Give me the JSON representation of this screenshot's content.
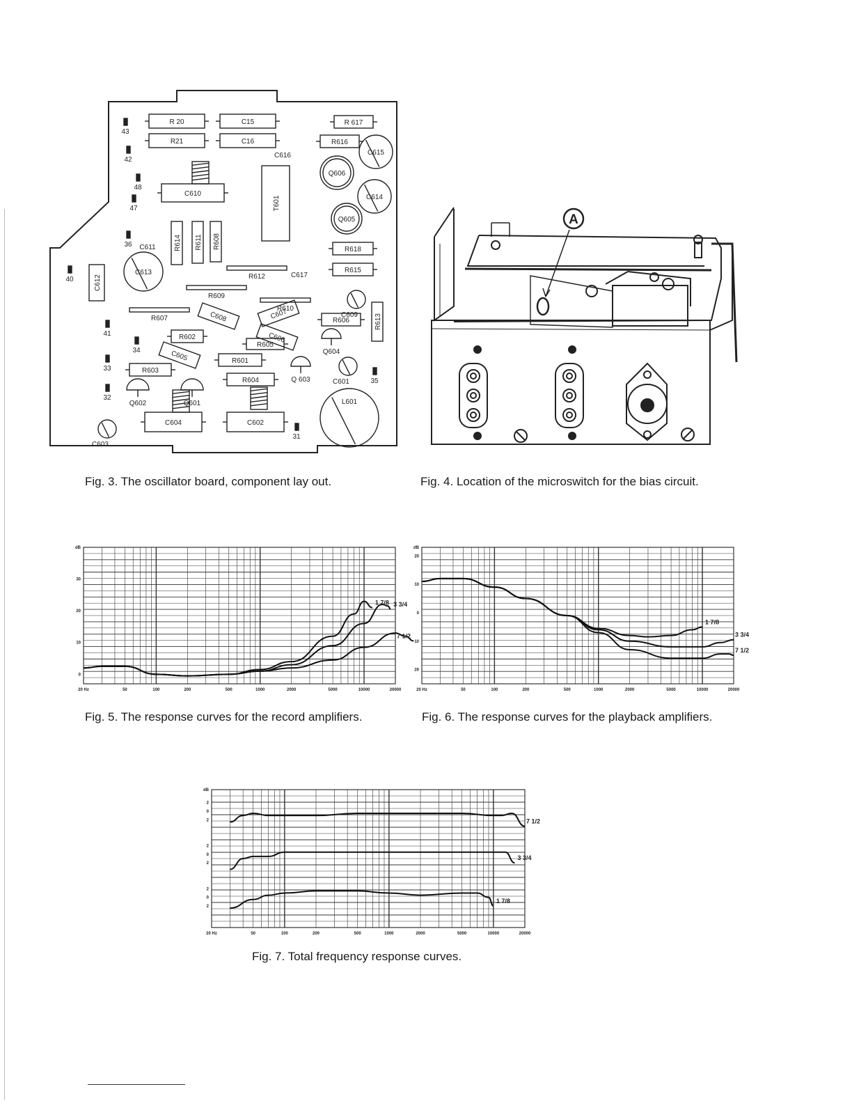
{
  "captions": {
    "fig3": "Fig. 3. The oscillator board, component lay out.",
    "fig4": "Fig. 4. Location of the microswitch for the bias circuit.",
    "fig5": "Fig. 5. The response curves for the record amplifiers.",
    "fig6": "Fig. 6. The response curves for the playback amplifiers.",
    "fig7": "Fig. 7. Total frequency response curves."
  },
  "board": {
    "components": [
      {
        "ref": "R 20"
      },
      {
        "ref": "R21"
      },
      {
        "ref": "C15"
      },
      {
        "ref": "C16"
      },
      {
        "ref": "R 617"
      },
      {
        "ref": "R616"
      },
      {
        "ref": "C616"
      },
      {
        "ref": "C615"
      },
      {
        "ref": "Q606"
      },
      {
        "ref": "C610"
      },
      {
        "ref": "T601"
      },
      {
        "ref": "C614"
      },
      {
        "ref": "Q605"
      },
      {
        "ref": "C611"
      },
      {
        "ref": "R614"
      },
      {
        "ref": "R611"
      },
      {
        "ref": "R608"
      },
      {
        "ref": "R618"
      },
      {
        "ref": "C613"
      },
      {
        "ref": "R612"
      },
      {
        "ref": "C617"
      },
      {
        "ref": "R615"
      },
      {
        "ref": "C612"
      },
      {
        "ref": "R609"
      },
      {
        "ref": "C609"
      },
      {
        "ref": "R607"
      },
      {
        "ref": "C608"
      },
      {
        "ref": "C607"
      },
      {
        "ref": "R610"
      },
      {
        "ref": "R606"
      },
      {
        "ref": "R613"
      },
      {
        "ref": "R602"
      },
      {
        "ref": "C606"
      },
      {
        "ref": "R605"
      },
      {
        "ref": "C605"
      },
      {
        "ref": "Q604"
      },
      {
        "ref": "R601"
      },
      {
        "ref": "R603"
      },
      {
        "ref": "R604"
      },
      {
        "ref": "Q 603"
      },
      {
        "ref": "C601"
      },
      {
        "ref": "L601"
      },
      {
        "ref": "Q602"
      },
      {
        "ref": "Q601"
      },
      {
        "ref": "C604"
      },
      {
        "ref": "C602"
      },
      {
        "ref": "C603"
      }
    ],
    "terminals": [
      "43",
      "42",
      "48",
      "47",
      "36",
      "40",
      "41",
      "34",
      "33",
      "32",
      "35",
      "31"
    ]
  },
  "switch_figure": {
    "marker": "A"
  },
  "chart_data": [
    {
      "id": "fig5",
      "type": "line",
      "x_scale": "log",
      "xlim": [
        20,
        20000
      ],
      "x_tick_labels": [
        "20 Hz",
        "50",
        "100",
        "200",
        "500",
        "1000",
        "2000",
        "5000",
        "10000",
        "20000"
      ],
      "x_ticks": [
        20,
        50,
        100,
        200,
        500,
        1000,
        2000,
        5000,
        10000,
        20000
      ],
      "ylabel": "dB",
      "ylim": [
        -3,
        40
      ],
      "y_ticks": [
        0,
        10,
        20,
        30
      ],
      "y_tick_labels": [
        "0",
        "10",
        "20",
        "30"
      ],
      "grid": true,
      "series": [
        {
          "name": "1 7/8",
          "x": [
            20,
            30,
            50,
            100,
            200,
            500,
            1000,
            2000,
            5000,
            8000,
            10000,
            12000
          ],
          "y": [
            2,
            2.5,
            2.5,
            0,
            -0.5,
            0,
            1.5,
            4,
            12,
            19,
            23,
            21
          ]
        },
        {
          "name": "3 3/4",
          "x": [
            20,
            30,
            50,
            100,
            200,
            500,
            1000,
            2000,
            5000,
            10000,
            15000,
            17000,
            18000
          ],
          "y": [
            2,
            2.5,
            2.5,
            0,
            -0.5,
            0,
            1,
            3,
            9,
            16,
            22,
            21.5,
            20.5
          ]
        },
        {
          "name": "7 1/2",
          "x": [
            20,
            30,
            50,
            100,
            200,
            500,
            1000,
            2000,
            5000,
            10000,
            20000,
            25000,
            30000
          ],
          "y": [
            2,
            2.5,
            2.5,
            0,
            -0.5,
            0,
            1,
            2,
            4.5,
            8.5,
            13,
            12,
            10.5
          ]
        }
      ]
    },
    {
      "id": "fig6",
      "type": "line",
      "x_scale": "log",
      "xlim": [
        20,
        20000
      ],
      "x_tick_labels": [
        "20 Hz",
        "50",
        "100",
        "200",
        "500",
        "1000",
        "2000",
        "5000",
        "10000",
        "20000"
      ],
      "x_ticks": [
        20,
        50,
        100,
        200,
        500,
        1000,
        2000,
        5000,
        10000,
        20000
      ],
      "ylabel": "dB",
      "ylim": [
        -25,
        23
      ],
      "y_ticks": [
        20,
        10,
        0,
        -10,
        -20
      ],
      "y_tick_labels": [
        "20",
        "10",
        "0",
        "10",
        "20"
      ],
      "grid": true,
      "series": [
        {
          "name": "1 7/8",
          "x": [
            20,
            30,
            50,
            100,
            200,
            500,
            1000,
            2000,
            3000,
            5000,
            8000,
            10000
          ],
          "y": [
            11,
            12,
            12,
            9,
            5,
            -1,
            -5.5,
            -8,
            -8.5,
            -8,
            -6,
            -5
          ]
        },
        {
          "name": "3 3/4",
          "x": [
            20,
            30,
            50,
            100,
            200,
            500,
            1000,
            2000,
            5000,
            10000,
            15000,
            20000
          ],
          "y": [
            11,
            12,
            12,
            9,
            5,
            -1,
            -6,
            -10,
            -12,
            -12,
            -10.5,
            -9.5
          ]
        },
        {
          "name": "7 1/2",
          "x": [
            20,
            30,
            50,
            100,
            200,
            500,
            1000,
            2000,
            5000,
            10000,
            15000,
            18000,
            20000
          ],
          "y": [
            11,
            12,
            12,
            9,
            5,
            -1,
            -7,
            -13,
            -16,
            -16,
            -14.5,
            -14.5,
            -15
          ]
        }
      ]
    },
    {
      "id": "fig7",
      "type": "line",
      "x_scale": "log",
      "xlim": [
        20,
        20000
      ],
      "x_tick_labels": [
        "20 Hz",
        "50",
        "100",
        "200",
        "500",
        "1000",
        "2000",
        "5000",
        "10000",
        "20000"
      ],
      "x_ticks": [
        20,
        50,
        100,
        200,
        500,
        1000,
        2000,
        5000,
        10000,
        20000
      ],
      "ylabel": "dB",
      "y_tick_labels": [
        "2",
        "0",
        "2",
        "2",
        "0",
        "2",
        "2",
        "0",
        "2"
      ],
      "y_ticks": [
        29,
        27,
        25,
        19,
        17,
        15,
        9,
        7,
        5
      ],
      "ylim": [
        0,
        32
      ],
      "grid": true,
      "series": [
        {
          "name": "7 1/2",
          "x": [
            30,
            40,
            50,
            70,
            100,
            200,
            500,
            1000,
            2000,
            5000,
            10000,
            12000,
            15000,
            20000
          ],
          "y": [
            24.5,
            26,
            26.5,
            26,
            26,
            26,
            26.5,
            26.5,
            26.5,
            26.5,
            26,
            26,
            26.5,
            23.5
          ]
        },
        {
          "name": "3 3/4",
          "x": [
            30,
            40,
            50,
            70,
            100,
            200,
            500,
            1000,
            2000,
            5000,
            10000,
            13000,
            16000
          ],
          "y": [
            13.5,
            16,
            16.5,
            16.5,
            17.5,
            17.5,
            17.5,
            17.5,
            17.5,
            17.5,
            17.5,
            17.5,
            15
          ]
        },
        {
          "name": "1 7/8",
          "x": [
            30,
            50,
            70,
            100,
            200,
            500,
            1000,
            2000,
            5000,
            7000,
            9000,
            10000
          ],
          "y": [
            4.5,
            6.5,
            7.5,
            8,
            8.5,
            8.5,
            8,
            7.5,
            8,
            8,
            7,
            5
          ]
        }
      ]
    }
  ]
}
